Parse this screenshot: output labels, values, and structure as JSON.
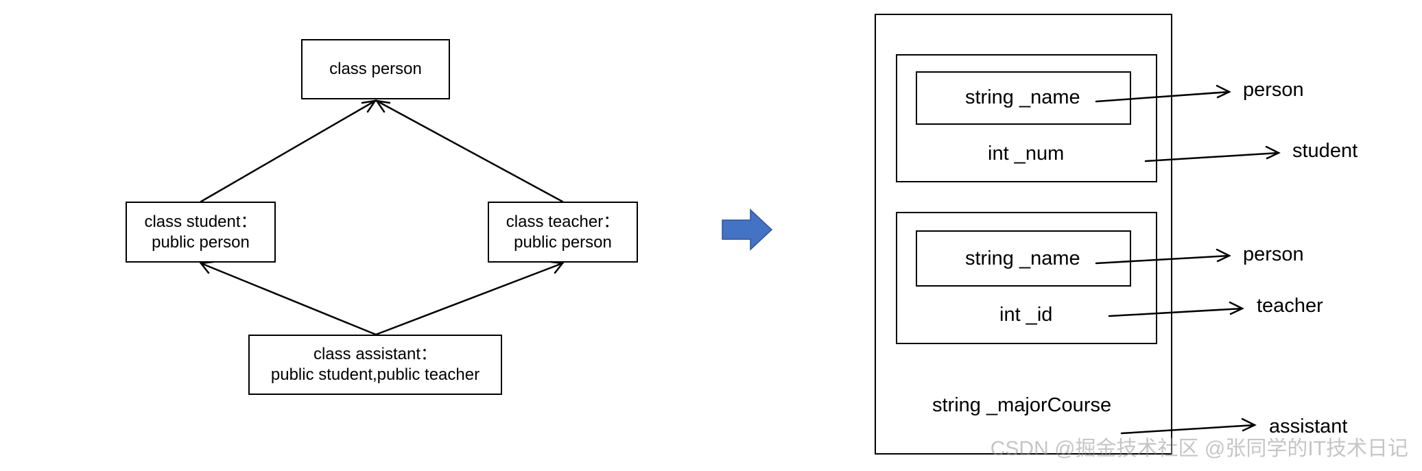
{
  "hierarchy": {
    "person": "class person",
    "student": [
      "class student：",
      "public person"
    ],
    "teacher": [
      "class teacher：",
      "public person"
    ],
    "assistant": [
      "class assistant：",
      "public student,public teacher"
    ]
  },
  "layout_diagram": {
    "block1": {
      "inner": "string _name",
      "member": "int _num"
    },
    "block2": {
      "inner": "string _name",
      "member": "int _id"
    },
    "outer_member": "string _majorCourse",
    "labels": {
      "person1": "person",
      "student": "student",
      "person2": "person",
      "teacher": "teacher",
      "assistant": "assistant"
    }
  },
  "arrow_color": "#4472C4",
  "watermark": "CSDN @掘金技术社区 @张同学的IT技术日记"
}
